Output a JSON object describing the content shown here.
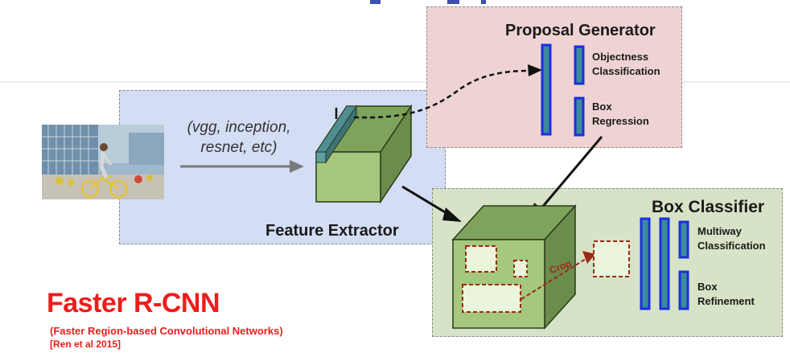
{
  "feature_extractor": {
    "label": "Feature Extractor",
    "backbone_line1": "(vgg, inception,",
    "backbone_line2": "resnet, etc)"
  },
  "proposal_generator": {
    "label": "Proposal Generator",
    "output1_line1": "Objectness",
    "output1_line2": "Classification",
    "output2_line1": "Box",
    "output2_line2": "Regression"
  },
  "box_classifier": {
    "label": "Box Classifier",
    "crop_label": "Crop",
    "output1_line1": "Multiway",
    "output1_line2": "Classification",
    "output2_line1": "Box",
    "output2_line2": "Refinement"
  },
  "method": {
    "title": "Faster R-CNN",
    "subtitle": "(Faster Region-based Convolutional Networks)",
    "reference": "[Ren et al 2015]"
  },
  "colors": {
    "title_red": "#ee1c1c",
    "feature_panel": "#d3ddf3",
    "proposal_panel": "#efd3d3",
    "classifier_panel": "#d6e3c6",
    "fc_layer_fill": "#3c8a9a",
    "fc_layer_border": "#1a2fe0",
    "cube_front": "#9fc47c",
    "crop_dashed": "#9b2a14"
  },
  "icons": {
    "input_image": "street-photo-cyclist",
    "feature_map": "feature-cube"
  }
}
